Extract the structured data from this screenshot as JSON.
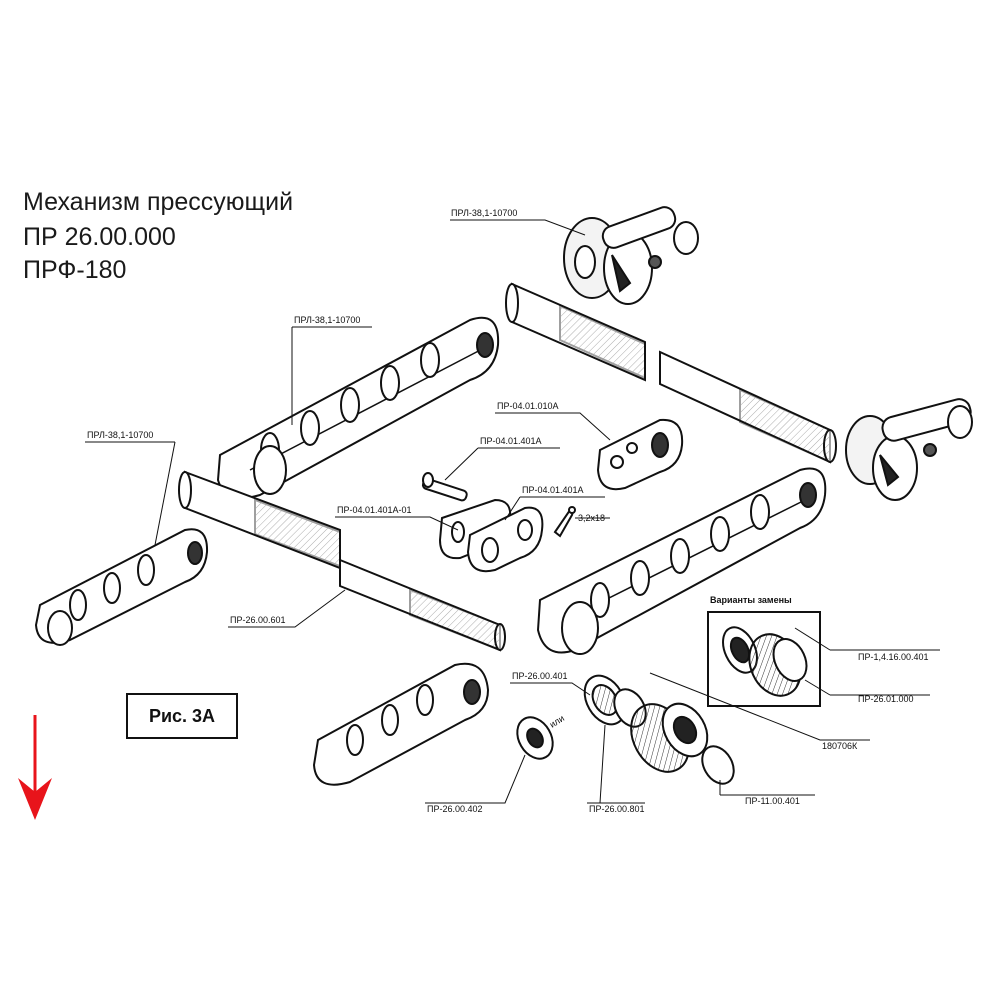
{
  "title": {
    "line1": "Механизм прессующий",
    "line2": "ПР 26.00.000",
    "line3": "ПРФ-180"
  },
  "figure_label": "Рис. 3А",
  "replacement_box_title": "Варианты  замены",
  "ili_label": "или",
  "parts": {
    "chain_top_right": "ПРЛ-38,1-10700",
    "chain_top_middle": "ПРЛ-38,1-10700",
    "chain_left": "ПРЛ-38,1-10700",
    "plate_010a": "ПР-04.01.010А",
    "pin_401a": "ПР-04.01.401А",
    "plate_401a": "ПР-04.01.401А",
    "plate_401a_01": "ПР-04.01.401А-01",
    "cotter_pin": "3,2х18",
    "shaft_601": "ПР-26.00.601",
    "spacer_401": "ПР-26.00.401",
    "bearing_alt_401": "ПР-1,4.16.00.401",
    "bearing_alt_000": "ПР-26.01.000",
    "bearing_180706": "180706К",
    "washer_402": "ПР-26.00.402",
    "sprocket_801": "ПР-26.00.801",
    "ring_11_401": "ПР-11.00.401"
  },
  "colors": {
    "arrow": "#e8141b",
    "ink": "#1a1a1a"
  },
  "icons": {
    "down_arrow": "arrow-down-icon"
  }
}
